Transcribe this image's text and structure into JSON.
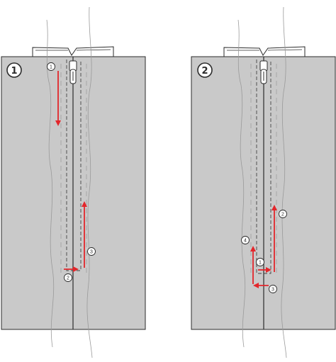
{
  "colors": {
    "fabric": "#c9c9c9",
    "outline": "#2b2b2b",
    "arrow": "#e3262b",
    "thread": "#9a9a9a",
    "stitch": "#555555"
  },
  "panels": [
    {
      "step_label": "1",
      "markers": [
        "1",
        "2",
        "3"
      ]
    },
    {
      "step_label": "2",
      "markers": [
        "1",
        "2",
        "3",
        "4"
      ]
    }
  ],
  "icons": [
    "zipper-pull-icon",
    "arrow-icon"
  ]
}
